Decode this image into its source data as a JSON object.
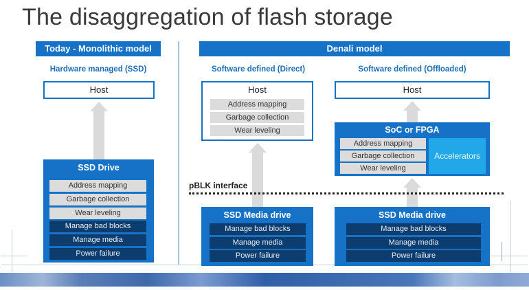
{
  "title": "The disaggregation of flash storage",
  "left_section": {
    "header": "Today - Monolithic model",
    "subtitle": "Hardware managed (SSD)",
    "host_label": "Host",
    "ssd_drive": {
      "title": "SSD Drive",
      "software_rows": [
        "Address mapping",
        "Garbage collection",
        "Wear leveling"
      ],
      "media_rows": [
        "Manage bad blocks",
        "Manage media",
        "Power failure"
      ]
    }
  },
  "right_section": {
    "header": "Denali model",
    "direct": {
      "subtitle": "Software defined (Direct)",
      "host_label": "Host",
      "host_rows": [
        "Address mapping",
        "Garbage collection",
        "Wear leveling"
      ],
      "media_drive": {
        "title": "SSD Media drive",
        "rows": [
          "Manage bad blocks",
          "Manage media",
          "Power failure"
        ]
      }
    },
    "offloaded": {
      "subtitle": "Software defined (Offloaded)",
      "host_label": "Host",
      "soc": {
        "title": "SoC or FPGA",
        "rows": [
          "Address mapping",
          "Garbage collection",
          "Wear leveling"
        ],
        "accelerators_label": "Accelerators"
      },
      "media_drive": {
        "title": "SSD Media drive",
        "rows": [
          "Manage bad blocks",
          "Manage media",
          "Power failure"
        ]
      }
    },
    "interface_label": "pBLK interface"
  },
  "colors": {
    "header_blue": "#1572c6",
    "dark_row": "#0d3d6e",
    "light_row": "#dcdcdc",
    "accelerators": "#22a8e8",
    "subtitle_blue": "#1b6fb8"
  }
}
